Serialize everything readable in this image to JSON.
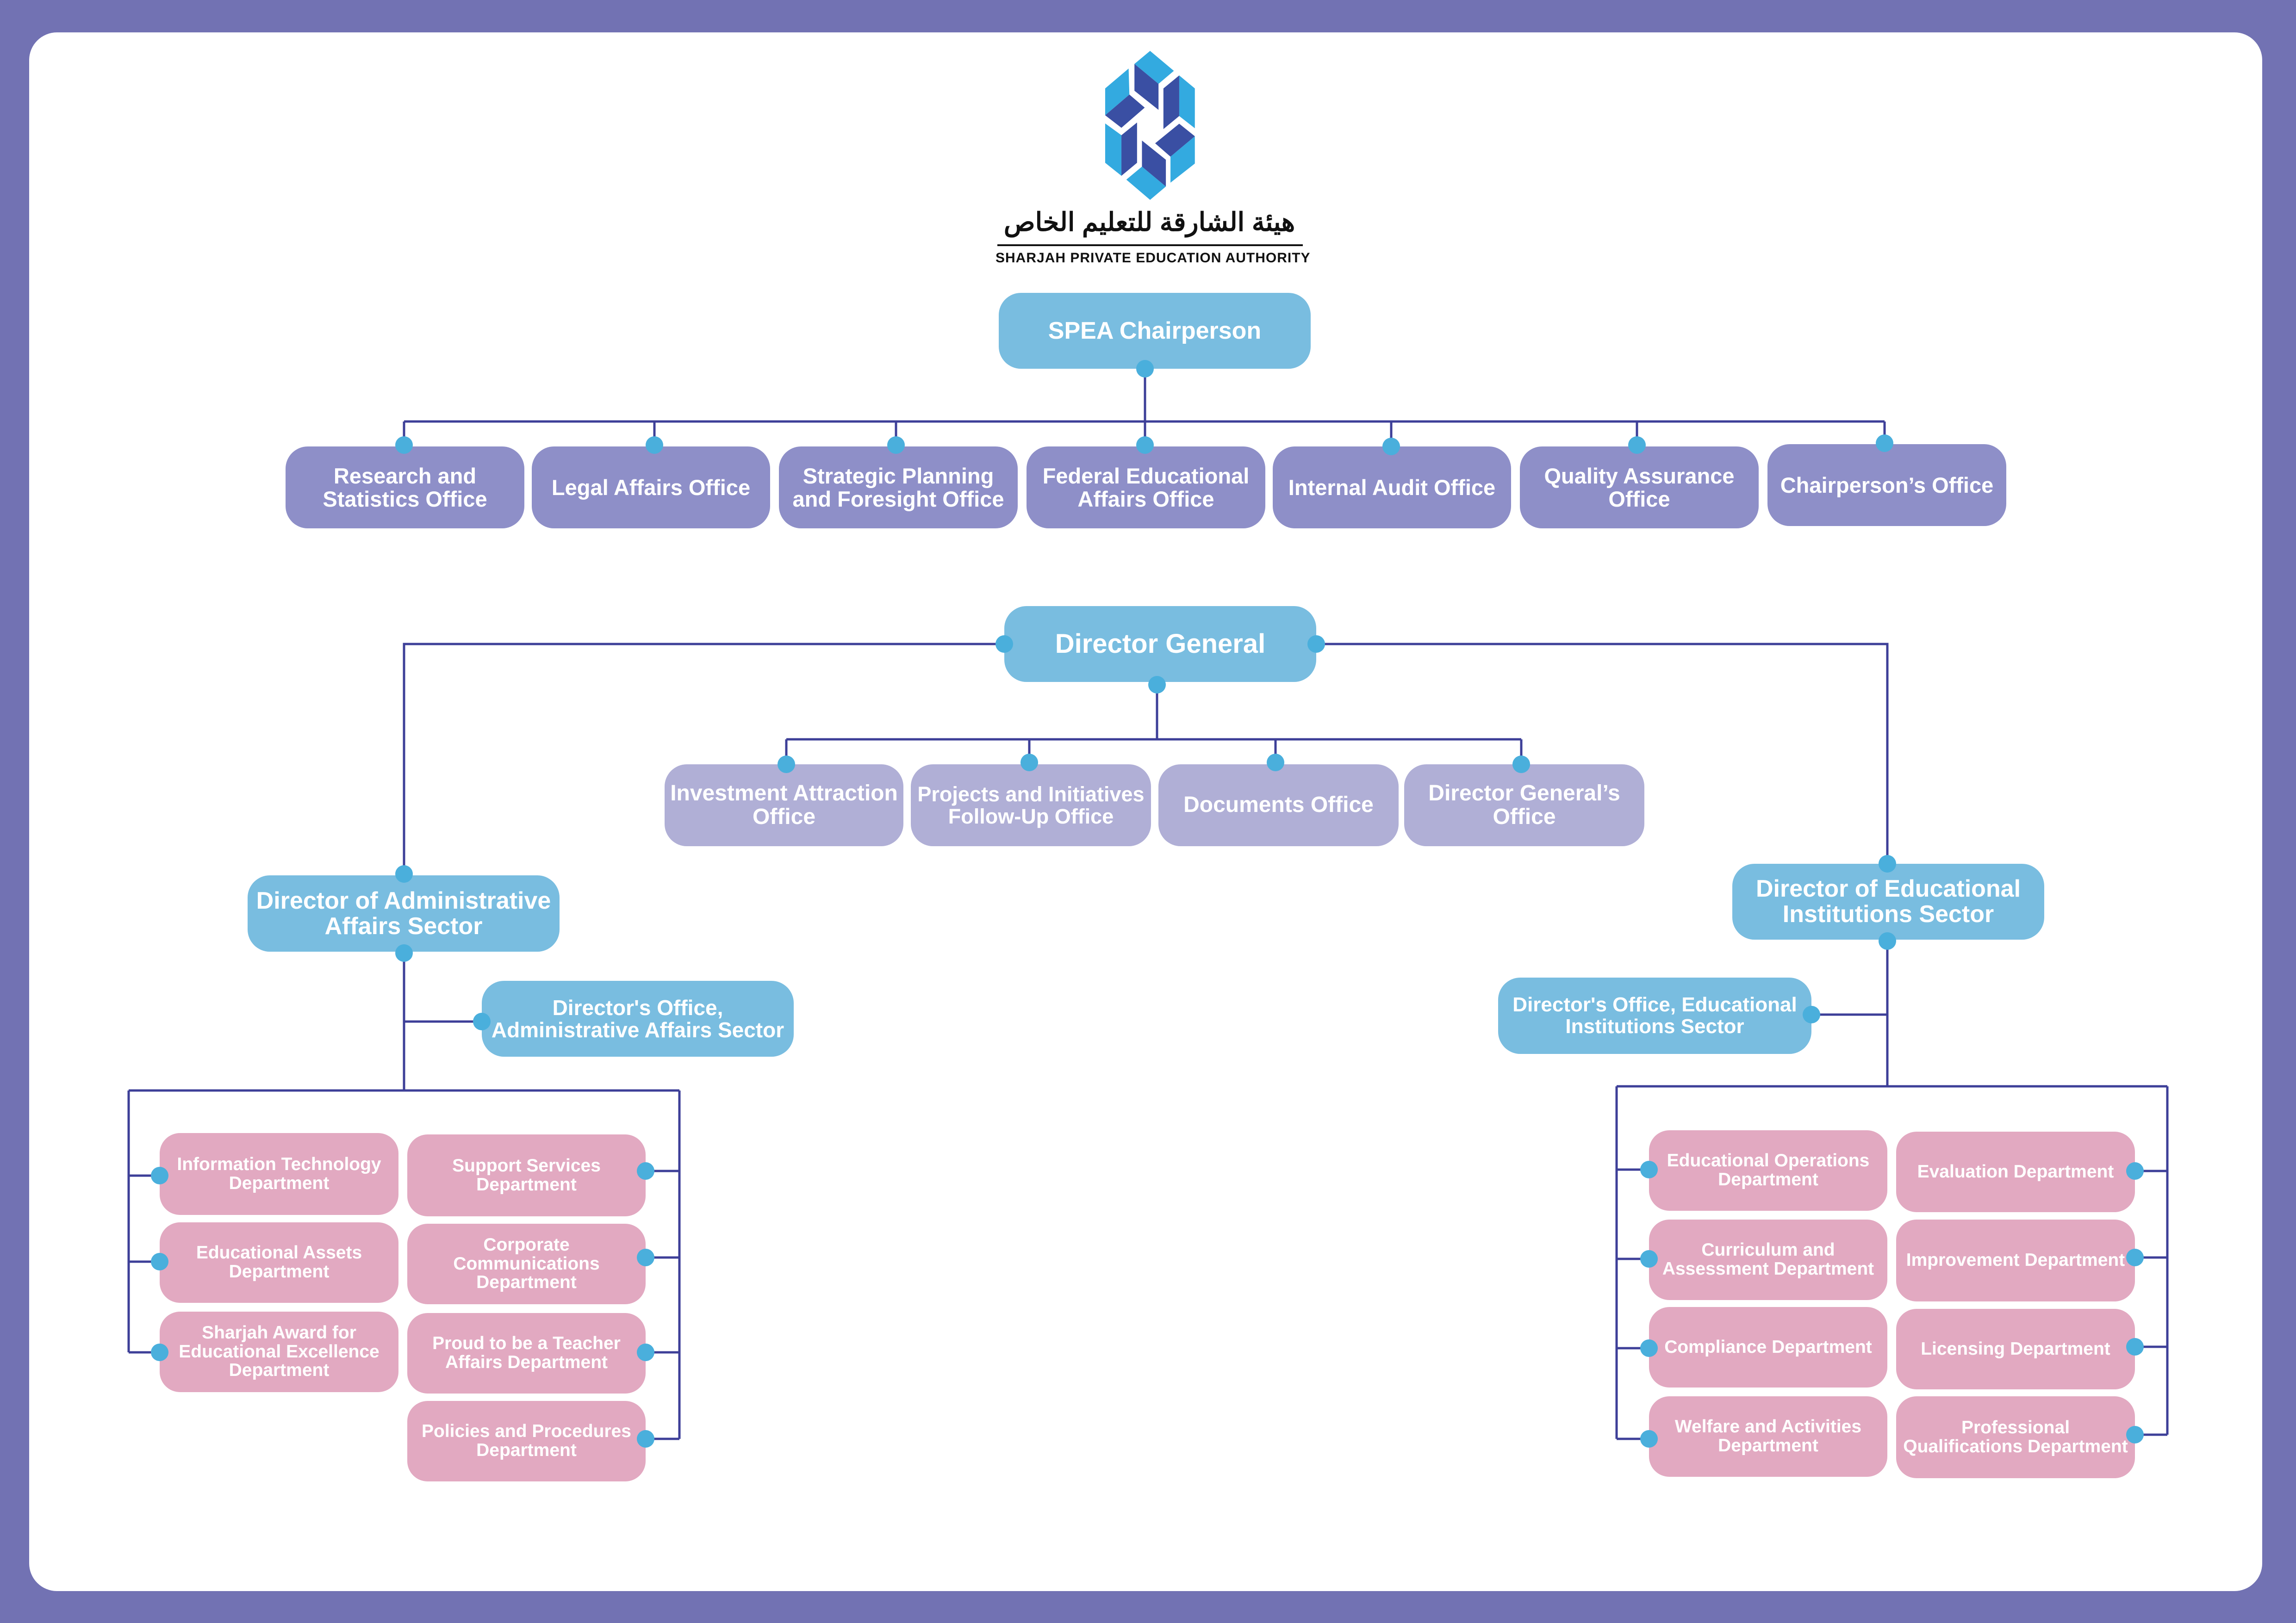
{
  "logo": {
    "arabic": "هيئة الشارقة للتعليم الخاص",
    "english": "SHARJAH PRIVATE EDUCATION AUTHORITY"
  },
  "colors": {
    "frame": "#7272b3",
    "blue_box": "#79bde0",
    "office_box": "#8e8fc8",
    "dg_office_box": "#b0afd6",
    "department_box": "#e2a9c1",
    "connector": "#3d3f98",
    "dot": "#4aafdc"
  },
  "chairperson": {
    "title": "SPEA Chairperson",
    "offices": [
      "Research and Statistics Office",
      "Legal Affairs Office",
      "Strategic Planning and Foresight Office",
      "Federal Educational Affairs Office",
      "Internal Audit Office",
      "Quality Assurance Office",
      "Chairperson’s Office"
    ]
  },
  "director_general": {
    "title": "Director General",
    "offices": [
      "Investment Attraction Office",
      "Projects and Initiatives Follow-Up Office",
      "Documents Office",
      "Director General’s Office"
    ]
  },
  "admin_sector": {
    "title": "Director of Administrative Affairs Sector",
    "office": "Director's Office, Administrative Affairs Sector",
    "departments_left": [
      "Information Technology Department",
      "Educational Assets Department",
      "Sharjah Award for Educational Excellence Department"
    ],
    "departments_right": [
      "Support Services Department",
      "Corporate Communications Department",
      "Proud to be a Teacher Affairs Department",
      "Policies and Procedures Department"
    ]
  },
  "edu_sector": {
    "title": "Director of Educational Institutions Sector",
    "office": "Director's Office, Educational Institutions Sector",
    "departments_left": [
      "Educational Operations Department",
      "Curriculum and Assessment Department",
      "Compliance Department",
      "Welfare and Activities Department"
    ],
    "departments_right": [
      "Evaluation Department",
      "Improvement Department",
      "Licensing Department",
      "Professional Qualifications Department"
    ]
  }
}
